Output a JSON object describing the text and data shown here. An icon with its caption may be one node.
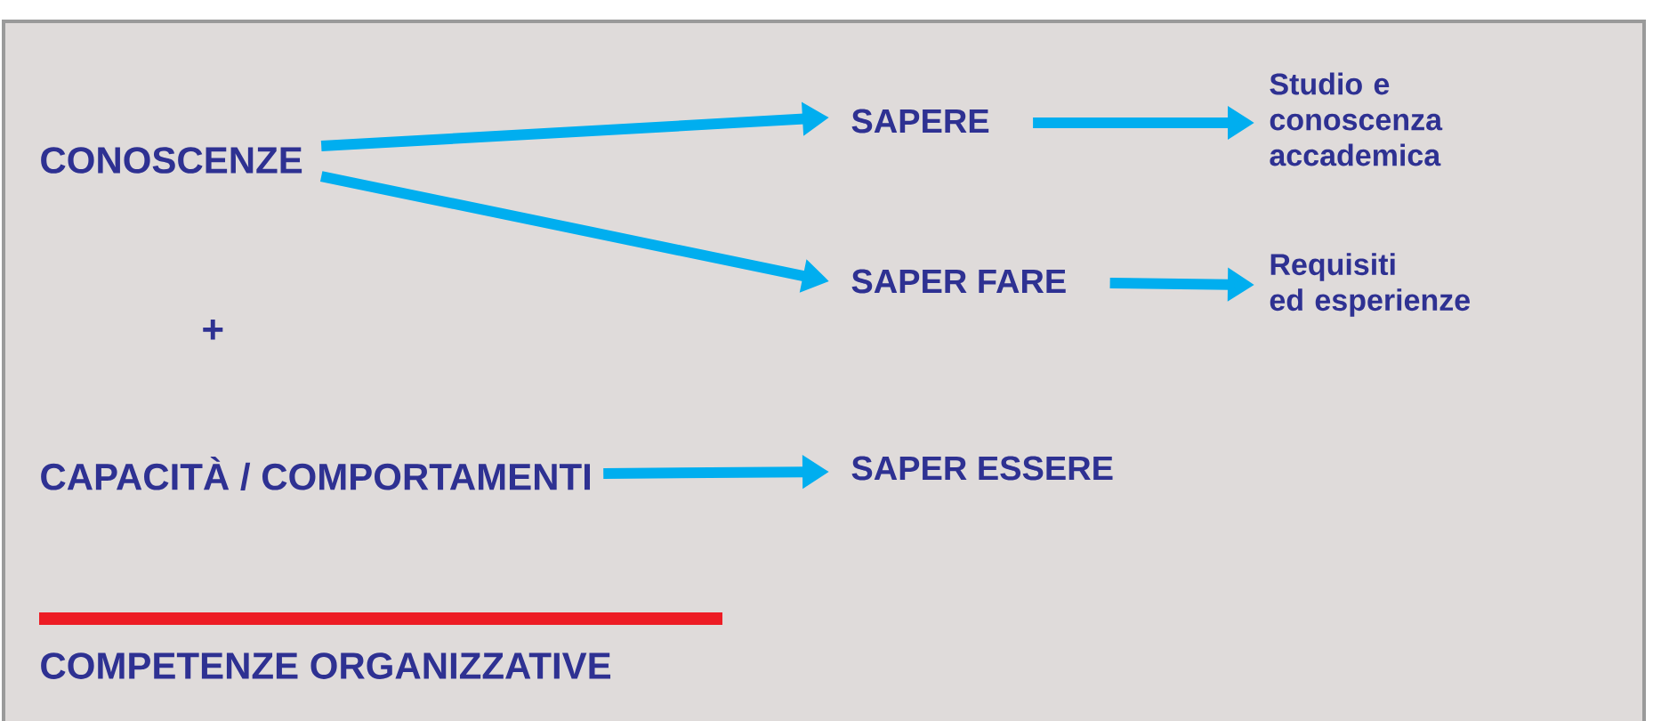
{
  "diagram": {
    "nodes": [
      {
        "text": [
          "CONOSCENZE"
        ]
      },
      {
        "text": [
          "SAPERE"
        ]
      },
      {
        "text": [
          "Studio e conoscenza accademica"
        ]
      },
      {
        "text": [
          "SAPER FARE"
        ]
      },
      {
        "text": [
          "Requisiti ed esperienze"
        ]
      },
      {
        "text": [
          "CAPACITÀ / COMPORTAMENTI"
        ]
      },
      {
        "text": [
          "SAPER ESSERE"
        ]
      }
    ],
    "edges": [
      {
        "from": 0,
        "to": 1,
        "arrow": "to"
      },
      {
        "from": 0,
        "to": 3,
        "arrow": "to"
      },
      {
        "from": 1,
        "to": 2,
        "arrow": "to"
      },
      {
        "from": 3,
        "to": 4,
        "arrow": "to"
      },
      {
        "from": 5,
        "to": 6,
        "arrow": "to"
      }
    ],
    "labels": [
      "+",
      "COMPETENZE ORGANIZZATIVE"
    ]
  }
}
